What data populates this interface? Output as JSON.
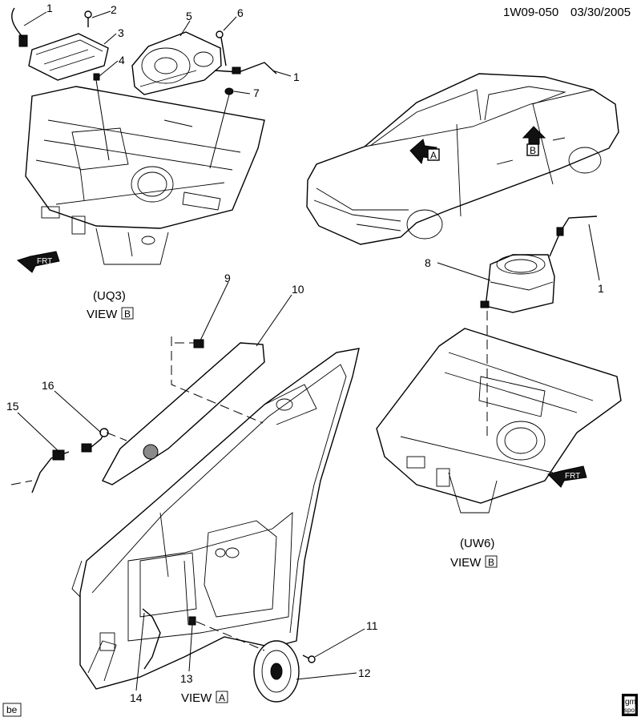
{
  "header": {
    "drawing_id": "1W09-050",
    "date": "03/30/2005"
  },
  "callouts": {
    "c1a": "1",
    "c2": "2",
    "c3": "3",
    "c4": "4",
    "c5": "5",
    "c6": "6",
    "c1b": "1",
    "c7": "7",
    "c8": "8",
    "c1c": "1",
    "c9": "9",
    "c10": "10",
    "c16": "16",
    "c15": "15",
    "c11": "11",
    "c12": "12",
    "c13": "13",
    "c14": "14"
  },
  "views": {
    "uq3_option": "(UQ3)",
    "uq3_view": "VIEW",
    "uq3_letter": "B",
    "uw6_option": "(UW6)",
    "uw6_view": "VIEW",
    "uw6_letter": "B",
    "a_view": "VIEW",
    "a_letter": "A"
  },
  "car_arrows": {
    "arrow_a": "A",
    "arrow_b": "B"
  },
  "fwd_labels": {
    "left": "FRT",
    "right": "FRT"
  },
  "footer": {
    "corner_code": "be",
    "logo_top": "gm",
    "logo_bottom": "spo"
  }
}
